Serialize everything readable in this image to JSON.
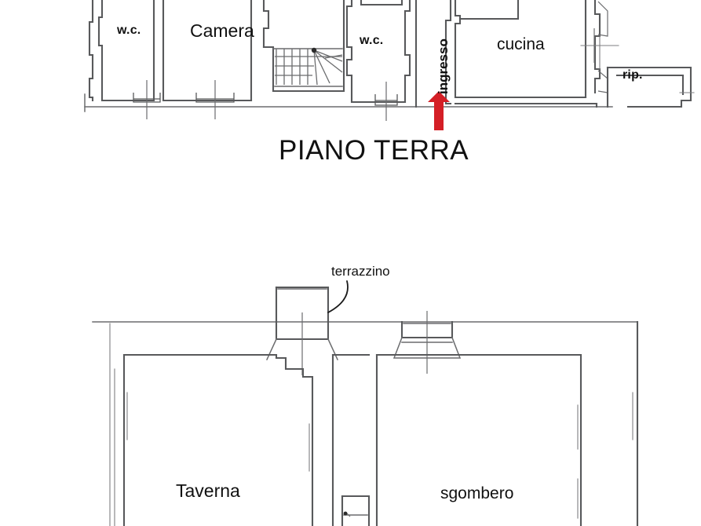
{
  "document": {
    "type": "floor-plan",
    "language": "it",
    "background_color": "#ffffff",
    "line_color": "#58595b",
    "accent_color": "#d41f26"
  },
  "floors": [
    {
      "id": "ground",
      "title": "PIANO TERRA",
      "rooms": [
        {
          "key": "wc_left",
          "label": "w.c."
        },
        {
          "key": "camera",
          "label": "Camera"
        },
        {
          "key": "wc_mid",
          "label": "w.c."
        },
        {
          "key": "cucina",
          "label": "cucina"
        },
        {
          "key": "rip",
          "label": "rip."
        }
      ],
      "annotations": [
        {
          "key": "ingresso",
          "label": "ingresso",
          "orientation": "vertical",
          "marker": "up-arrow",
          "marker_color": "#d41f26"
        }
      ]
    },
    {
      "id": "basement",
      "title": "",
      "rooms": [
        {
          "key": "taverna",
          "label": "Taverna"
        },
        {
          "key": "sgombero",
          "label": "sgombero"
        }
      ],
      "annotations": [
        {
          "key": "terrazzino",
          "label": "terrazzino",
          "orientation": "horizontal",
          "marker": "curved-leader"
        }
      ]
    }
  ],
  "labels": {
    "wc_left": "w.c.",
    "camera": "Camera",
    "wc_mid": "w.c.",
    "ingresso": "ingresso",
    "cucina": "cucina",
    "rip": "rip.",
    "piano_terra": "PIANO TERRA",
    "terrazzino": "terrazzino",
    "taverna": "Taverna",
    "sgombero": "sgombero"
  }
}
